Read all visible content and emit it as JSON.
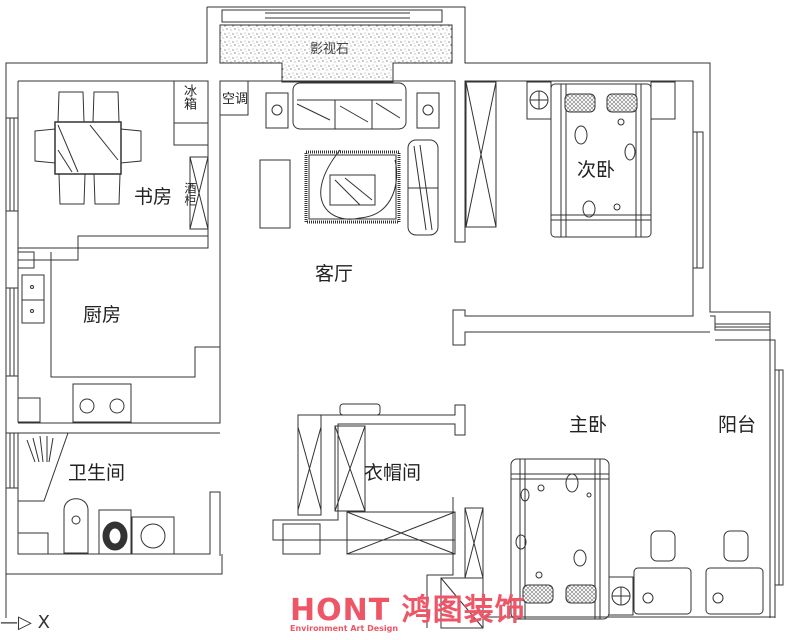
{
  "plan": {
    "rooms": {
      "dining_study": "书房",
      "wine_cabinet": "酒柜",
      "fridge": "冰箱",
      "aircon": "空调",
      "tv_wall": "影视石",
      "living_room": "客厅",
      "second_bedroom": "次卧",
      "kitchen": "厨房",
      "bathroom": "卫生间",
      "cloakroom": "衣帽间",
      "master_bedroom": "主卧",
      "balcony": "阳台"
    },
    "axis_label": "X"
  },
  "brand": {
    "name": "HONT",
    "name_cn": "鸿图装饰",
    "tagline": "Environment Art Design",
    "color": "#ee5566"
  }
}
